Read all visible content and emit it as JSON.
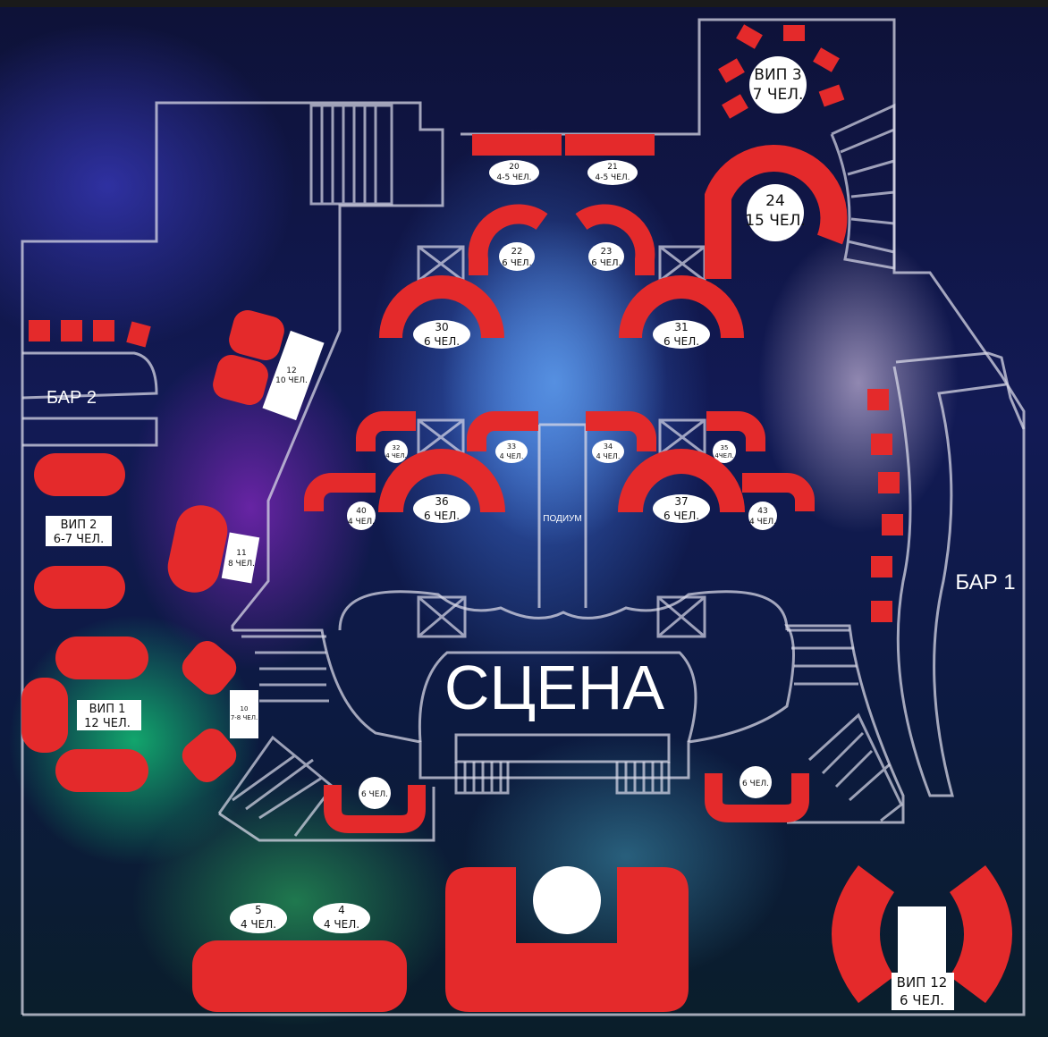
{
  "colors": {
    "table": "#e42a2b",
    "label_bg": "#ffffff",
    "walls": "#d7d7e6"
  },
  "areas": {
    "bar2": "БАР 2",
    "bar1": "БАР 1",
    "stage": "СЦЕНА",
    "podium": "ПОДИУМ"
  },
  "tables": {
    "vip3": {
      "name": "ВИП 3",
      "cap": "7 ЧЕЛ."
    },
    "t20": {
      "name": "20",
      "cap": "4-5 ЧЕЛ."
    },
    "t21": {
      "name": "21",
      "cap": "4-5 ЧЕЛ."
    },
    "t24": {
      "name": "24",
      "cap": "15 ЧЕЛ."
    },
    "t22": {
      "name": "22",
      "cap": "6 ЧЕЛ."
    },
    "t23": {
      "name": "23",
      "cap": "6 ЧЕЛ."
    },
    "t30": {
      "name": "30",
      "cap": "6 ЧЕЛ."
    },
    "t31": {
      "name": "31",
      "cap": "6 ЧЕЛ."
    },
    "t12": {
      "name": "12",
      "cap": "10 ЧЕЛ."
    },
    "t32": {
      "name": "32",
      "cap": "4 ЧЕЛ."
    },
    "t33": {
      "name": "33",
      "cap": "4 ЧЕЛ."
    },
    "t34": {
      "name": "34",
      "cap": "4 ЧЕЛ."
    },
    "t35": {
      "name": "35",
      "cap": "4ЧЕЛ."
    },
    "t40": {
      "name": "40",
      "cap": "4 ЧЕЛ."
    },
    "t36": {
      "name": "36",
      "cap": "6 ЧЕЛ."
    },
    "t37": {
      "name": "37",
      "cap": "6 ЧЕЛ."
    },
    "t43": {
      "name": "43",
      "cap": "4 ЧЕЛ."
    },
    "vip2": {
      "name": "ВИП 2",
      "cap": "6-7 ЧЕЛ."
    },
    "t11": {
      "name": "11",
      "cap": "8 ЧЕЛ."
    },
    "vip1": {
      "name": "ВИП 1",
      "cap": "12 ЧЕЛ."
    },
    "t10": {
      "name": "10",
      "cap": "7-8 ЧЕЛ."
    },
    "stageLeft": {
      "cap": "6 ЧЕЛ."
    },
    "stageRight": {
      "cap": "6 ЧЕЛ."
    },
    "t5": {
      "name": "5",
      "cap": "4 ЧЕЛ."
    },
    "t4": {
      "name": "4",
      "cap": "4 ЧЕЛ."
    },
    "vip12": {
      "name": "ВИП 12",
      "cap": "6 ЧЕЛ."
    }
  }
}
